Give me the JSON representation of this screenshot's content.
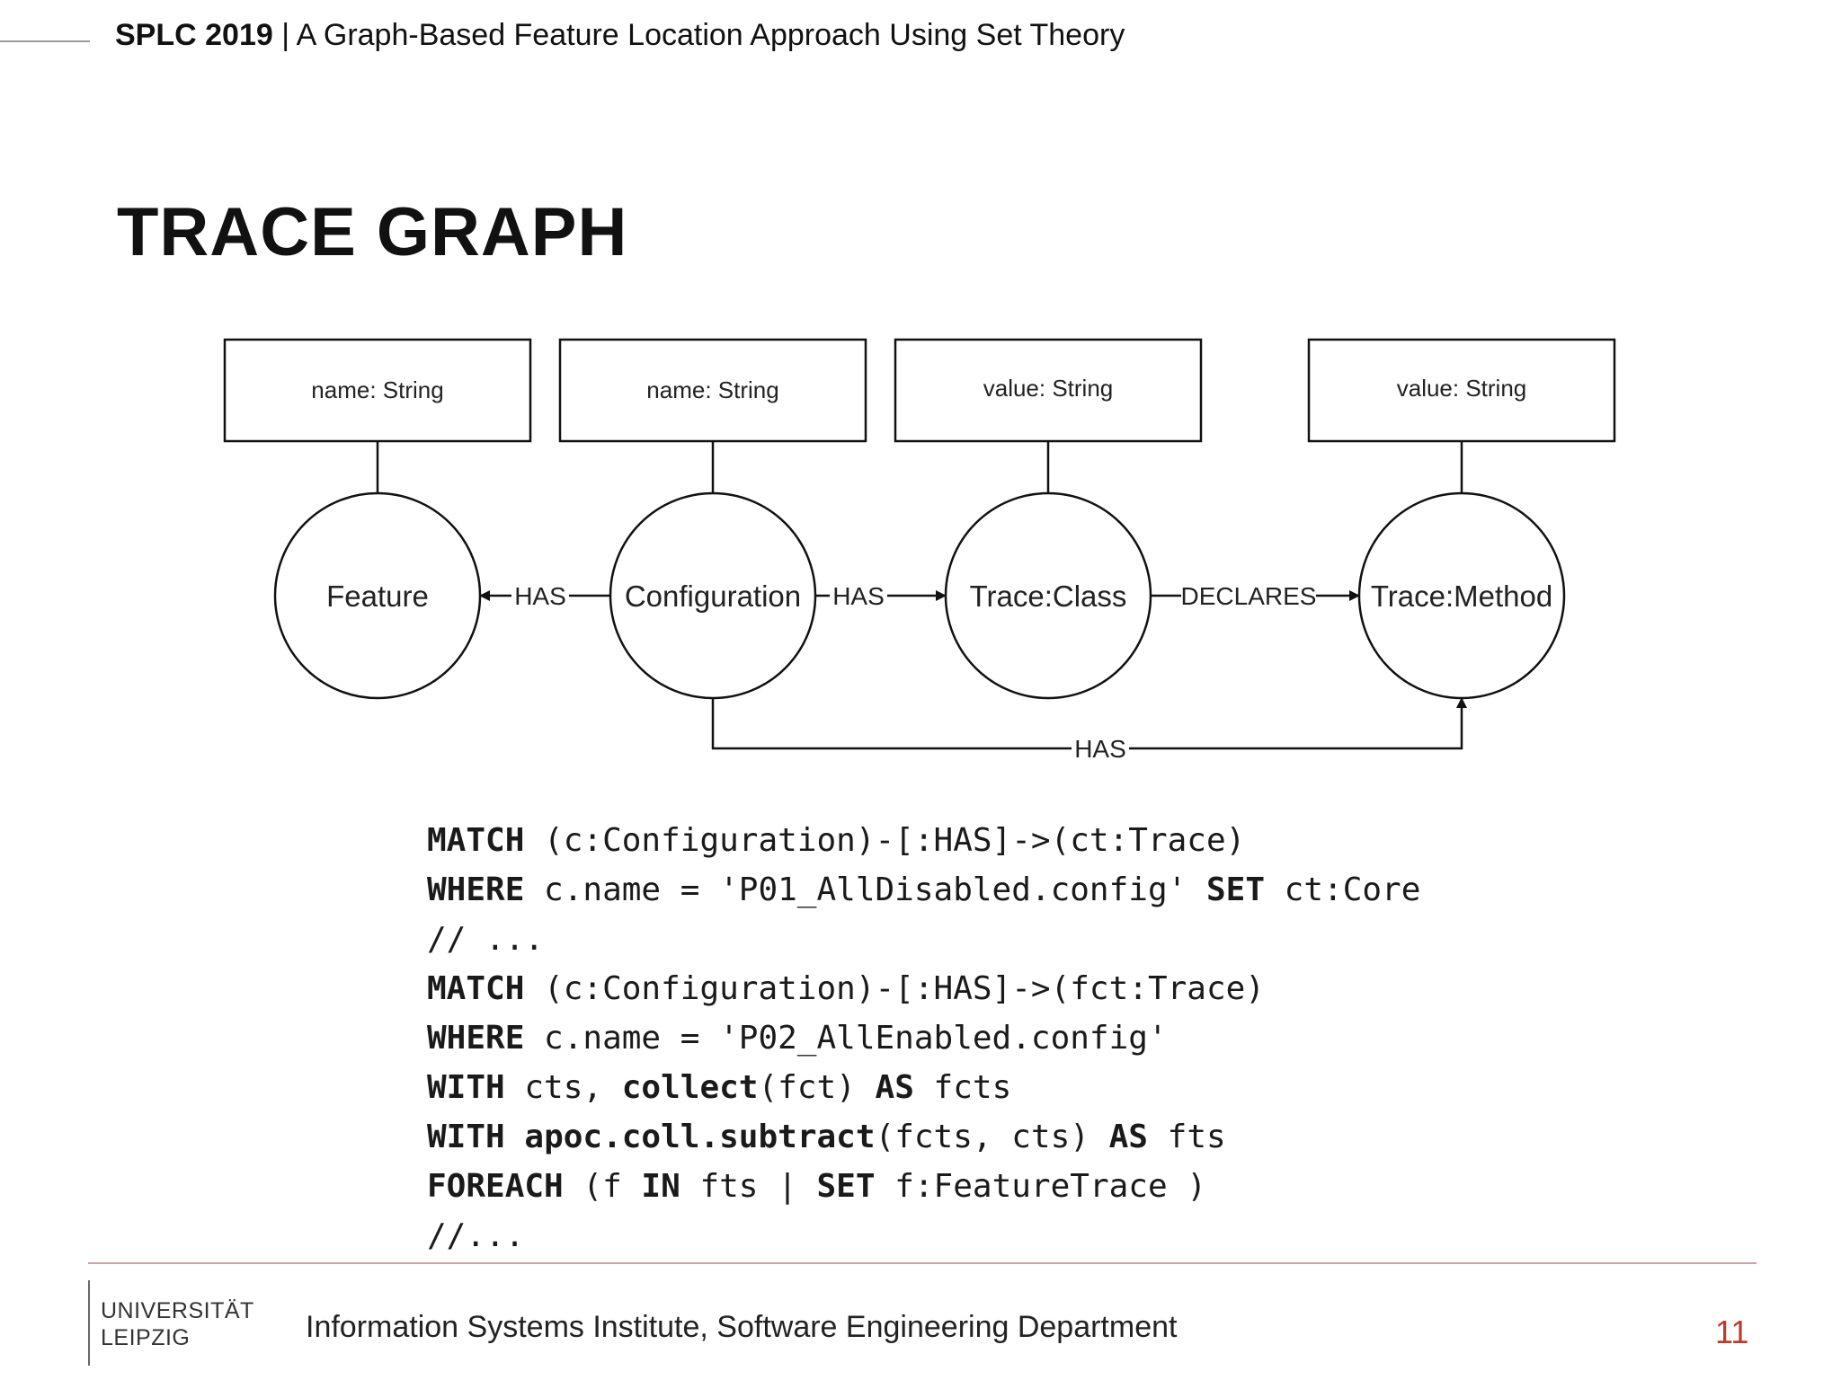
{
  "header": {
    "conference": "SPLC 2019",
    "separator": " | ",
    "paper_title": "A Graph-Based Feature Location Approach Using Set Theory"
  },
  "slide": {
    "title": "TRACE GRAPH"
  },
  "diagram": {
    "attribute_boxes": [
      "name: String",
      "name: String",
      "value: String",
      "value: String"
    ],
    "nodes": [
      "Feature",
      "Configuration",
      "Trace:Class",
      "Trace:Method"
    ],
    "edges": [
      {
        "from": "Configuration",
        "to": "Feature",
        "label": "HAS"
      },
      {
        "from": "Configuration",
        "to": "Trace:Class",
        "label": "HAS"
      },
      {
        "from": "Trace:Class",
        "to": "Trace:Method",
        "label": "DECLARES"
      },
      {
        "from": "Configuration",
        "to": "Trace:Method",
        "label": "HAS"
      }
    ]
  },
  "code": {
    "lines": [
      [
        {
          "t": "MATCH",
          "k": true
        },
        {
          "t": " (c:Configuration)-[:HAS]->(ct:Trace)"
        }
      ],
      [
        {
          "t": "WHERE",
          "k": true
        },
        {
          "t": " c.name = 'P01_AllDisabled.config' "
        },
        {
          "t": "SET",
          "k": true
        },
        {
          "t": " ct:Core"
        }
      ],
      [
        {
          "t": "// ..."
        }
      ],
      [
        {
          "t": "MATCH",
          "k": true
        },
        {
          "t": " (c:Configuration)-[:HAS]->(fct:Trace)"
        }
      ],
      [
        {
          "t": "WHERE",
          "k": true
        },
        {
          "t": " c.name = 'P02_AllEnabled.config'"
        }
      ],
      [
        {
          "t": "WITH",
          "k": true
        },
        {
          "t": " cts, "
        },
        {
          "t": "collect",
          "k": true
        },
        {
          "t": "(fct) "
        },
        {
          "t": "AS",
          "k": true
        },
        {
          "t": " fcts"
        }
      ],
      [
        {
          "t": "WITH",
          "k": true
        },
        {
          "t": " "
        },
        {
          "t": "apoc.coll.subtract",
          "k": true
        },
        {
          "t": "(fcts, cts) "
        },
        {
          "t": "AS",
          "k": true
        },
        {
          "t": " fts"
        }
      ],
      [
        {
          "t": "FOREACH",
          "k": true
        },
        {
          "t": " (f "
        },
        {
          "t": "IN",
          "k": true
        },
        {
          "t": " fts | "
        },
        {
          "t": "SET",
          "k": true
        },
        {
          "t": " f:FeatureTrace )"
        }
      ],
      [
        {
          "t": "//..."
        }
      ]
    ]
  },
  "footer": {
    "logo_line1": "UNIVERSITÄT",
    "logo_line2": "LEIPZIG",
    "department": "Information Systems Institute, Software Engineering Department",
    "page_number": "11"
  },
  "colors": {
    "page_number": "#c0392b",
    "footer_rule": "#c9a6a6"
  }
}
